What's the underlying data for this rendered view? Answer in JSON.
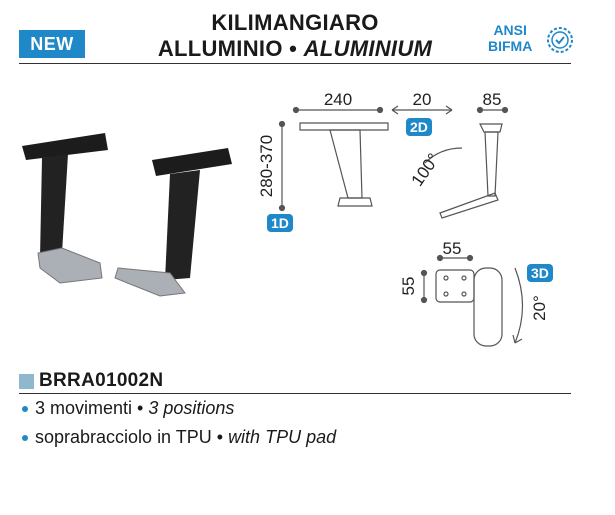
{
  "header": {
    "badge": "NEW",
    "title_line1": "KILIMANGIARO",
    "title_line2_it": "ALLUMINIO",
    "title_sep": "•",
    "title_line2_en": "ALUMINIUM",
    "cert_line1": "ANSI",
    "cert_line2": "BIFMA"
  },
  "drawing": {
    "dim_width": "240",
    "dim_offset": "20",
    "dim_depth": "85",
    "dim_height": "280-370",
    "angle_rotation": "100°",
    "dim_pad_w": "55",
    "dim_pad_h": "55",
    "angle_swivel": "20°",
    "tag_1d": "1D",
    "tag_2d": "2D",
    "tag_3d": "3D"
  },
  "product": {
    "code": "BRRA01002N",
    "features": [
      {
        "it": "3 movimenti",
        "en": "3 positions"
      },
      {
        "it": "soprabracciolo in TPU",
        "en": "with TPU pad"
      }
    ],
    "separator": "•"
  },
  "colors": {
    "accent": "#1e88c8",
    "code_square": "#8fb8cf"
  }
}
